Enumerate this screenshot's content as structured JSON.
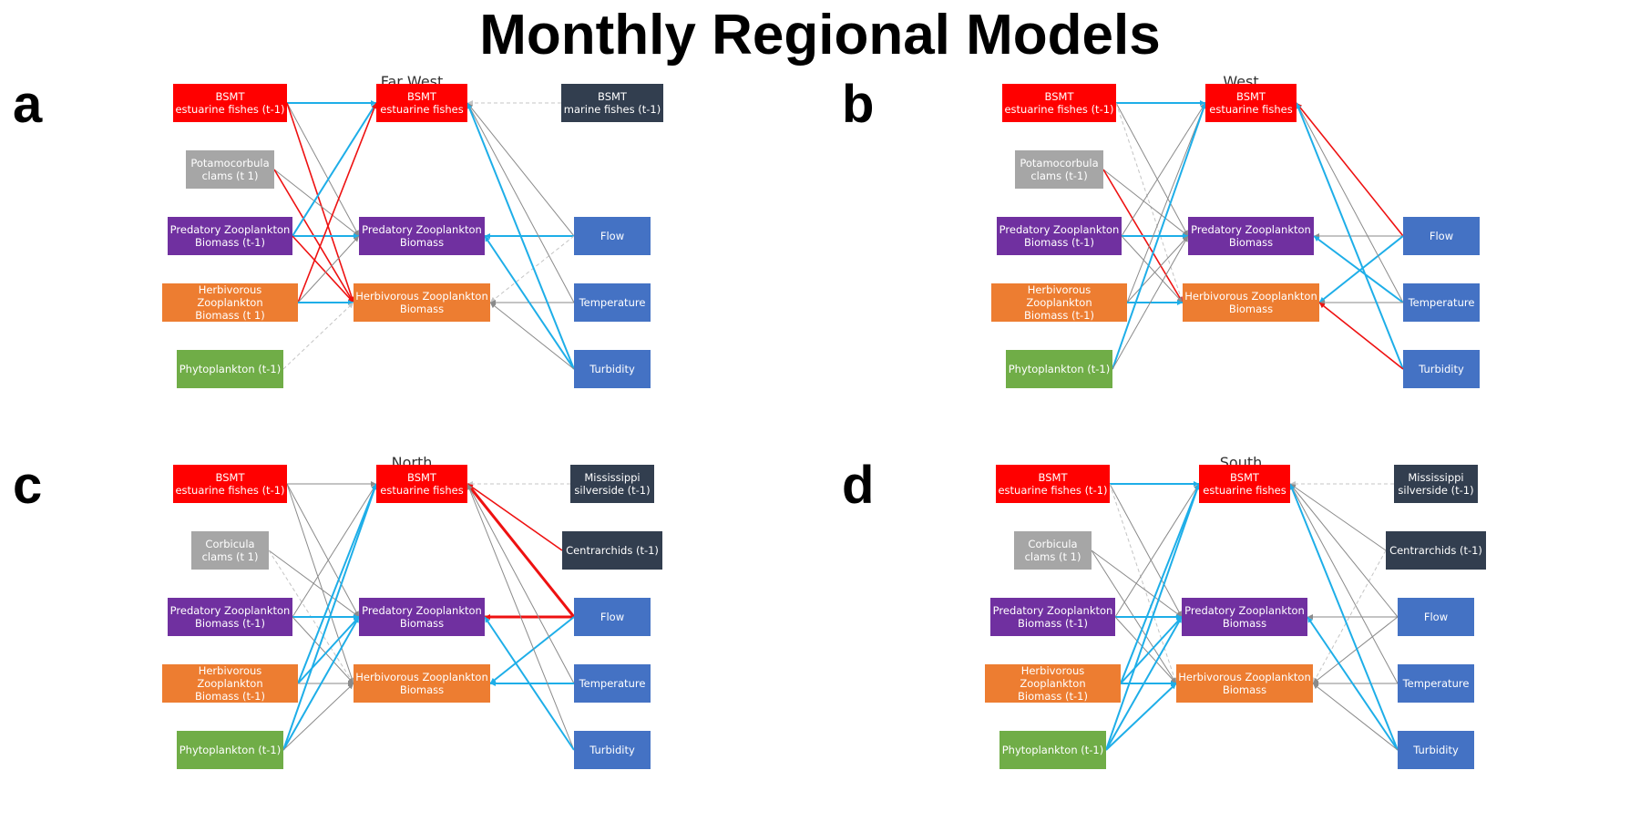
{
  "title": "Monthly Regional Models",
  "colors": {
    "positive": "#1eaee8",
    "negative": "#ee1111",
    "neutral": "#8a8a8a",
    "neutral_light": "#c4c4c4",
    "node_estuarine": "#ff0000",
    "node_clams": "#a6a6a6",
    "node_predatory": "#7030a0",
    "node_herbivorous": "#ed7d31",
    "node_phyto": "#70ad47",
    "node_env": "#4472c4",
    "node_dark": "#323e4f"
  },
  "panels": [
    {
      "letter": "a",
      "title": "Far West",
      "nodes": {
        "L1": {
          "label": "BSMT\nestuarine fishes (t-1)",
          "kind": "estuarine"
        },
        "L2": {
          "label": "Potamocorbula\nclams (t 1)",
          "kind": "clams"
        },
        "L3": {
          "label": "Predatory Zooplankton\nBiomass (t-1)",
          "kind": "predatory"
        },
        "L4": {
          "label": "Herbivorous Zooplankton\nBiomass (t 1)",
          "kind": "herbivorous"
        },
        "L5": {
          "label": "Phytoplankton (t-1)",
          "kind": "phyto"
        },
        "M1": {
          "label": "BSMT\nestuarine fishes",
          "kind": "estuarine"
        },
        "M2": {
          "label": "Predatory Zooplankton\nBiomass",
          "kind": "predatory"
        },
        "M3": {
          "label": "Herbivorous Zooplankton\nBiomass",
          "kind": "herbivorous"
        },
        "R0": {
          "label": "BSMT\nmarine fishes (t-1)",
          "kind": "dark"
        },
        "R2": {
          "label": "Flow",
          "kind": "env"
        },
        "R3": {
          "label": "Temperature",
          "kind": "env"
        },
        "R4": {
          "label": "Turbidity",
          "kind": "env"
        }
      },
      "edges": [
        {
          "from": "L1",
          "to": "M1",
          "type": "pos"
        },
        {
          "from": "L1",
          "to": "M2",
          "type": "neu"
        },
        {
          "from": "L1",
          "to": "M3",
          "type": "neg"
        },
        {
          "from": "L2",
          "to": "M2",
          "type": "neu"
        },
        {
          "from": "L2",
          "to": "M3",
          "type": "neg"
        },
        {
          "from": "L3",
          "to": "M1",
          "type": "pos"
        },
        {
          "from": "L3",
          "to": "M2",
          "type": "pos"
        },
        {
          "from": "L3",
          "to": "M3",
          "type": "neg"
        },
        {
          "from": "L4",
          "to": "M1",
          "type": "neg"
        },
        {
          "from": "L4",
          "to": "M2",
          "type": "neu"
        },
        {
          "from": "L4",
          "to": "M3",
          "type": "pos"
        },
        {
          "from": "L5",
          "to": "M3",
          "type": "neul"
        },
        {
          "from": "R0",
          "to": "M1",
          "type": "neul"
        },
        {
          "from": "R2",
          "to": "M1",
          "type": "neu"
        },
        {
          "from": "R2",
          "to": "M2",
          "type": "pos"
        },
        {
          "from": "R2",
          "to": "M3",
          "type": "neul"
        },
        {
          "from": "R3",
          "to": "M1",
          "type": "neu"
        },
        {
          "from": "R3",
          "to": "M3",
          "type": "neu"
        },
        {
          "from": "R4",
          "to": "M1",
          "type": "pos"
        },
        {
          "from": "R4",
          "to": "M2",
          "type": "pos"
        },
        {
          "from": "R4",
          "to": "M3",
          "type": "neu"
        }
      ]
    },
    {
      "letter": "b",
      "title": "West",
      "nodes": {
        "L1": {
          "label": "BSMT\nestuarine fishes (t-1)",
          "kind": "estuarine"
        },
        "L2": {
          "label": "Potamocorbula\nclams (t-1)",
          "kind": "clams"
        },
        "L3": {
          "label": "Predatory Zooplankton\nBiomass (t-1)",
          "kind": "predatory"
        },
        "L4": {
          "label": "Herbivorous Zooplankton\nBiomass (t-1)",
          "kind": "herbivorous"
        },
        "L5": {
          "label": "Phytoplankton (t-1)",
          "kind": "phyto"
        },
        "M1": {
          "label": "BSMT\nestuarine fishes",
          "kind": "estuarine"
        },
        "M2": {
          "label": "Predatory Zooplankton\nBiomass",
          "kind": "predatory"
        },
        "M3": {
          "label": "Herbivorous Zooplankton\nBiomass",
          "kind": "herbivorous"
        },
        "R2": {
          "label": "Flow",
          "kind": "env"
        },
        "R3": {
          "label": "Temperature",
          "kind": "env"
        },
        "R4": {
          "label": "Turbidity",
          "kind": "env"
        }
      },
      "edges": [
        {
          "from": "L1",
          "to": "M1",
          "type": "pos"
        },
        {
          "from": "L1",
          "to": "M2",
          "type": "neu"
        },
        {
          "from": "L1",
          "to": "M3",
          "type": "neul"
        },
        {
          "from": "L2",
          "to": "M2",
          "type": "neu"
        },
        {
          "from": "L2",
          "to": "M3",
          "type": "neg"
        },
        {
          "from": "L3",
          "to": "M1",
          "type": "neu"
        },
        {
          "from": "L3",
          "to": "M2",
          "type": "pos"
        },
        {
          "from": "L3",
          "to": "M3",
          "type": "neu"
        },
        {
          "from": "L4",
          "to": "M1",
          "type": "neu"
        },
        {
          "from": "L4",
          "to": "M2",
          "type": "neu"
        },
        {
          "from": "L4",
          "to": "M3",
          "type": "pos"
        },
        {
          "from": "L5",
          "to": "M1",
          "type": "pos"
        },
        {
          "from": "L5",
          "to": "M2",
          "type": "neu"
        },
        {
          "from": "R2",
          "to": "M1",
          "type": "neg"
        },
        {
          "from": "R2",
          "to": "M2",
          "type": "neu"
        },
        {
          "from": "R2",
          "to": "M3",
          "type": "pos"
        },
        {
          "from": "R3",
          "to": "M1",
          "type": "neu"
        },
        {
          "from": "R3",
          "to": "M2",
          "type": "pos"
        },
        {
          "from": "R3",
          "to": "M3",
          "type": "neu"
        },
        {
          "from": "R4",
          "to": "M1",
          "type": "pos"
        },
        {
          "from": "R4",
          "to": "M3",
          "type": "neg"
        }
      ]
    },
    {
      "letter": "c",
      "title": "North",
      "nodes": {
        "L1": {
          "label": "BSMT\nestuarine fishes (t-1)",
          "kind": "estuarine"
        },
        "L2": {
          "label": "Corbicula\nclams (t 1)",
          "kind": "clams"
        },
        "L3": {
          "label": "Predatory Zooplankton\nBiomass (t-1)",
          "kind": "predatory"
        },
        "L4": {
          "label": "Herbivorous Zooplankton\nBiomass (t-1)",
          "kind": "herbivorous"
        },
        "L5": {
          "label": "Phytoplankton (t-1)",
          "kind": "phyto"
        },
        "M1": {
          "label": "BSMT\nestuarine fishes",
          "kind": "estuarine"
        },
        "M2": {
          "label": "Predatory Zooplankton\nBiomass",
          "kind": "predatory"
        },
        "M3": {
          "label": "Herbivorous Zooplankton\nBiomass",
          "kind": "herbivorous"
        },
        "R0": {
          "label": "Mississippi\nsilverside (t-1)",
          "kind": "dark"
        },
        "R1": {
          "label": "Centrarchids (t-1)",
          "kind": "dark"
        },
        "R2": {
          "label": "Flow",
          "kind": "env"
        },
        "R3": {
          "label": "Temperature",
          "kind": "env"
        },
        "R4": {
          "label": "Turbidity",
          "kind": "env"
        }
      },
      "edges": [
        {
          "from": "L1",
          "to": "M1",
          "type": "neu"
        },
        {
          "from": "L1",
          "to": "M2",
          "type": "neu"
        },
        {
          "from": "L1",
          "to": "M3",
          "type": "neu"
        },
        {
          "from": "L2",
          "to": "M2",
          "type": "neu"
        },
        {
          "from": "L2",
          "to": "M3",
          "type": "neul"
        },
        {
          "from": "L3",
          "to": "M1",
          "type": "neu"
        },
        {
          "from": "L3",
          "to": "M2",
          "type": "pos"
        },
        {
          "from": "L3",
          "to": "M3",
          "type": "neu"
        },
        {
          "from": "L4",
          "to": "M1",
          "type": "pos"
        },
        {
          "from": "L4",
          "to": "M2",
          "type": "pos"
        },
        {
          "from": "L4",
          "to": "M3",
          "type": "neu"
        },
        {
          "from": "L5",
          "to": "M1",
          "type": "pos"
        },
        {
          "from": "L5",
          "to": "M2",
          "type": "pos"
        },
        {
          "from": "L5",
          "to": "M3",
          "type": "neu"
        },
        {
          "from": "R0",
          "to": "M1",
          "type": "neul"
        },
        {
          "from": "R1",
          "to": "M1",
          "type": "neg"
        },
        {
          "from": "R2",
          "to": "M1",
          "type": "negb"
        },
        {
          "from": "R2",
          "to": "M2",
          "type": "negb"
        },
        {
          "from": "R2",
          "to": "M3",
          "type": "pos"
        },
        {
          "from": "R3",
          "to": "M1",
          "type": "neu"
        },
        {
          "from": "R3",
          "to": "M3",
          "type": "pos"
        },
        {
          "from": "R4",
          "to": "M1",
          "type": "neu"
        },
        {
          "from": "R4",
          "to": "M2",
          "type": "pos"
        }
      ]
    },
    {
      "letter": "d",
      "title": "South",
      "nodes": {
        "L1": {
          "label": "BSMT\nestuarine fishes (t-1)",
          "kind": "estuarine"
        },
        "L2": {
          "label": "Corbicula\nclams (t 1)",
          "kind": "clams"
        },
        "L3": {
          "label": "Predatory Zooplankton\nBiomass (t-1)",
          "kind": "predatory"
        },
        "L4": {
          "label": "Herbivorous Zooplankton\nBiomass (t-1)",
          "kind": "herbivorous"
        },
        "L5": {
          "label": "Phytoplankton (t-1)",
          "kind": "phyto"
        },
        "M1": {
          "label": "BSMT\nestuarine fishes",
          "kind": "estuarine"
        },
        "M2": {
          "label": "Predatory Zooplankton\nBiomass",
          "kind": "predatory"
        },
        "M3": {
          "label": "Herbivorous Zooplankton\nBiomass",
          "kind": "herbivorous"
        },
        "R0": {
          "label": "Mississippi\nsilverside (t-1)",
          "kind": "dark"
        },
        "R1": {
          "label": "Centrarchids (t-1)",
          "kind": "dark"
        },
        "R2": {
          "label": "Flow",
          "kind": "env"
        },
        "R3": {
          "label": "Temperature",
          "kind": "env"
        },
        "R4": {
          "label": "Turbidity",
          "kind": "env"
        }
      },
      "edges": [
        {
          "from": "L1",
          "to": "M1",
          "type": "pos"
        },
        {
          "from": "L1",
          "to": "M2",
          "type": "neu"
        },
        {
          "from": "L1",
          "to": "M3",
          "type": "neul"
        },
        {
          "from": "L2",
          "to": "M2",
          "type": "neu"
        },
        {
          "from": "L2",
          "to": "M3",
          "type": "neu"
        },
        {
          "from": "L3",
          "to": "M1",
          "type": "neu"
        },
        {
          "from": "L3",
          "to": "M2",
          "type": "pos"
        },
        {
          "from": "L3",
          "to": "M3",
          "type": "neu"
        },
        {
          "from": "L4",
          "to": "M1",
          "type": "pos"
        },
        {
          "from": "L4",
          "to": "M2",
          "type": "pos"
        },
        {
          "from": "L4",
          "to": "M3",
          "type": "pos"
        },
        {
          "from": "L5",
          "to": "M1",
          "type": "pos"
        },
        {
          "from": "L5",
          "to": "M2",
          "type": "pos"
        },
        {
          "from": "L5",
          "to": "M3",
          "type": "pos"
        },
        {
          "from": "R0",
          "to": "M1",
          "type": "neul"
        },
        {
          "from": "R1",
          "to": "M1",
          "type": "neu"
        },
        {
          "from": "R1",
          "to": "M3",
          "type": "neul"
        },
        {
          "from": "R2",
          "to": "M1",
          "type": "neu"
        },
        {
          "from": "R2",
          "to": "M2",
          "type": "neu"
        },
        {
          "from": "R2",
          "to": "M3",
          "type": "neu"
        },
        {
          "from": "R3",
          "to": "M1",
          "type": "neu"
        },
        {
          "from": "R3",
          "to": "M3",
          "type": "neu"
        },
        {
          "from": "R4",
          "to": "M1",
          "type": "pos"
        },
        {
          "from": "R4",
          "to": "M2",
          "type": "pos"
        },
        {
          "from": "R4",
          "to": "M3",
          "type": "neu"
        }
      ]
    }
  ]
}
